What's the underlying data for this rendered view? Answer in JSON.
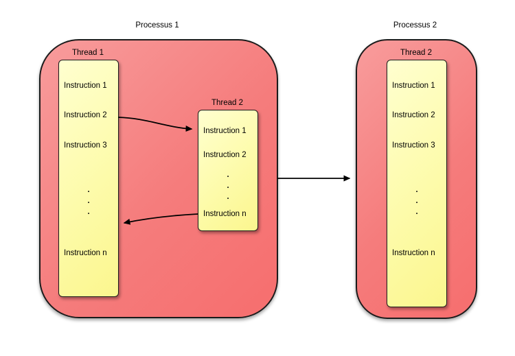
{
  "diagram": {
    "process1": {
      "label": "Processus 1",
      "thread1": {
        "label": "Thread 1",
        "instructions": [
          "Instruction 1",
          "Instruction 2",
          "Instruction 3"
        ],
        "dots": [
          ".",
          ".",
          "."
        ],
        "last_instruction": "Instruction n"
      },
      "thread2": {
        "label": "Thread 2",
        "instructions": [
          "Instruction 1",
          "Instruction 2"
        ],
        "dots": [
          ".",
          ".",
          "."
        ],
        "last_instruction": "Instruction n"
      }
    },
    "process2": {
      "label": "Processus 2",
      "thread": {
        "label": "Thread 2",
        "instructions": [
          "Instruction 1",
          "Instruction 2",
          "Instruction 3"
        ],
        "dots": [
          ".",
          ".",
          "."
        ],
        "last_instruction": "Instruction n"
      }
    },
    "arrows": [
      {
        "name": "thread1-instruction2-to-thread2-instruction1"
      },
      {
        "name": "thread2-instruction-n-to-thread1"
      },
      {
        "name": "process1-to-process2"
      }
    ],
    "colors": {
      "process_fill_light": "#f89c9c",
      "process_fill_dark": "#f66e6e",
      "thread_fill_light": "#ffffcf",
      "thread_fill_dark": "#fbf68e",
      "outline": "#1b1b1b",
      "arrow": "#000000"
    }
  }
}
